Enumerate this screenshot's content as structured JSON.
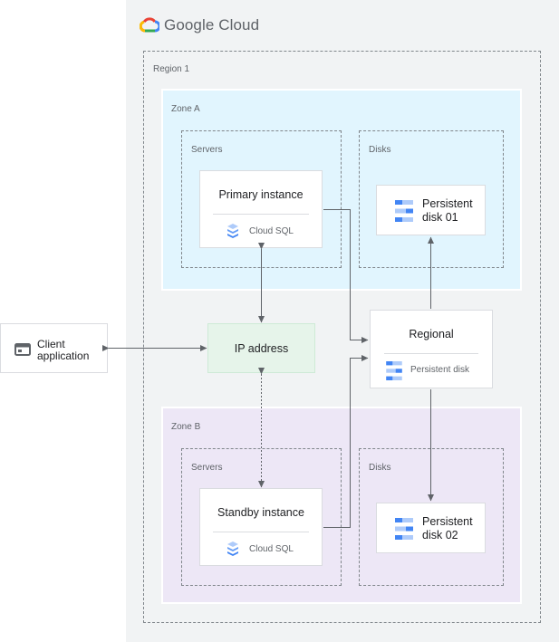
{
  "header": {
    "brand": "Google Cloud"
  },
  "region": {
    "label": "Region 1"
  },
  "zone_a": {
    "label": "Zone A",
    "servers": {
      "label": "Servers",
      "instance": "Primary instance",
      "product": "Cloud SQL"
    },
    "disks": {
      "label": "Disks",
      "disk_line1": "Persistent",
      "disk_line2": "disk 01"
    }
  },
  "zone_b": {
    "label": "Zone B",
    "servers": {
      "label": "Servers",
      "instance": "Standby instance",
      "product": "Cloud SQL"
    },
    "disks": {
      "label": "Disks",
      "disk_line1": "Persistent",
      "disk_line2": "disk 02"
    }
  },
  "ip": {
    "label": "IP address"
  },
  "client": {
    "line1": "Client",
    "line2": "application"
  },
  "regional": {
    "title": "Regional",
    "product": "Persistent disk"
  },
  "colors": {
    "zone_a_bg": "#e1f5fe",
    "zone_b_bg": "#ede7f6",
    "ip_bg": "#e6f4ea",
    "gcp_bg": "#f1f3f4",
    "icon_blue": "#4285f4",
    "icon_light_blue": "#aecbfa"
  },
  "icons": [
    "google-cloud-logo-icon",
    "cloud-sql-icon",
    "persistent-disk-icon",
    "browser-window-icon"
  ]
}
